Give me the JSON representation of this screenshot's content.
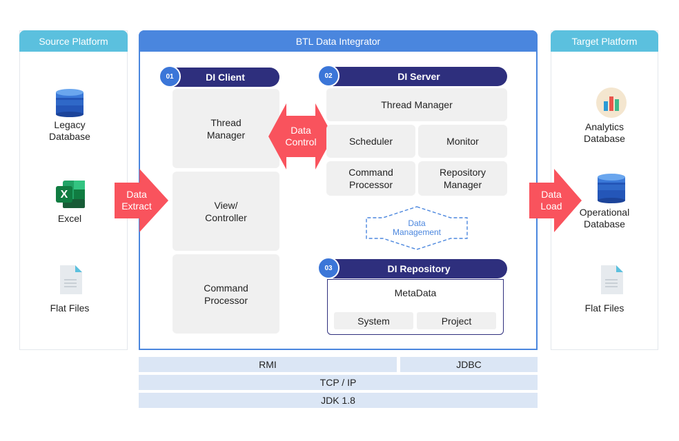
{
  "source": {
    "title": "Source Platform",
    "items": [
      {
        "label": "Legacy\nDatabase",
        "icon": "database-icon"
      },
      {
        "label": "Excel",
        "icon": "excel-icon"
      },
      {
        "label": "Flat Files",
        "icon": "file-icon"
      }
    ]
  },
  "target": {
    "title": "Target Platform",
    "items": [
      {
        "label": "Analytics\nDatabase",
        "icon": "analytics-icon"
      },
      {
        "label": "Operational\nDatabase",
        "icon": "database-icon"
      },
      {
        "label": "Flat Files",
        "icon": "file-icon"
      }
    ]
  },
  "integrator": {
    "title": "BTL Data Integrator",
    "client": {
      "number": "01",
      "title": "DI Client",
      "modules": [
        "Thread\nManager",
        "View/\nController",
        "Command\nProcessor"
      ]
    },
    "server": {
      "number": "02",
      "title": "DI Server",
      "thread_manager": "Thread Manager",
      "scheduler": "Scheduler",
      "monitor": "Monitor",
      "command_processor": "Command\nProcessor",
      "repository_manager": "Repository\nManager"
    },
    "repository": {
      "number": "03",
      "title": "DI Repository",
      "metadata": "MetaData",
      "system": "System",
      "project": "Project"
    },
    "data_control": "Data\nControl",
    "data_management": "Data\nManagement"
  },
  "arrows": {
    "extract": "Data\nExtract",
    "load": "Data\nLoad"
  },
  "stack": {
    "rmi": "RMI",
    "jdbc": "JDBC",
    "tcp": "TCP / IP",
    "jdk": "JDK 1.8"
  },
  "colors": {
    "teal_header": "#5bc0de",
    "blue_header": "#4a86de",
    "pill": "#2e2f7d",
    "badge": "#3b76d8",
    "arrow_red": "#f9535d",
    "stack_bg": "#dbe6f5",
    "management_blue": "#4a86de"
  }
}
